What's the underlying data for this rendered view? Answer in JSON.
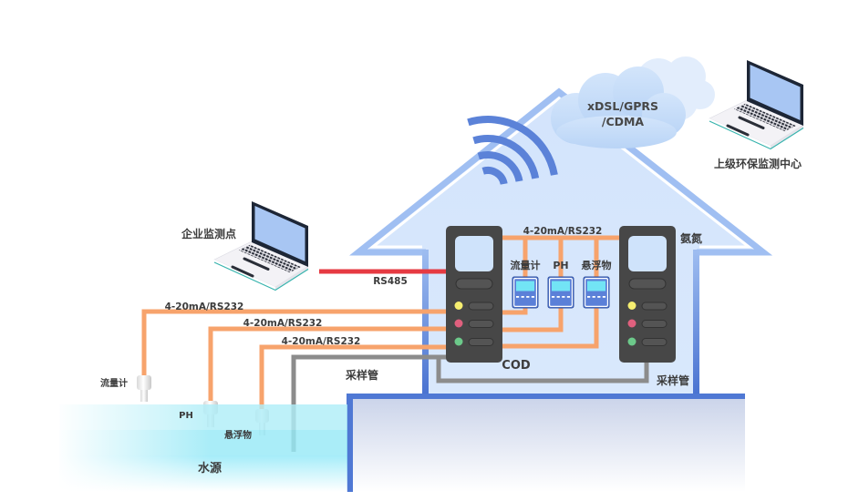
{
  "nodes": {
    "enterprise_point": "企业监测点",
    "upper_center": "上级环保监测中心",
    "network_line1": "xDSL/GPRS",
    "network_line2": "/CDMA"
  },
  "analyzers": {
    "cod": "COD",
    "ammonia_nitrogen": "氨氮"
  },
  "meters": [
    "流量计",
    "PH",
    "悬浮物"
  ],
  "sensors": [
    "流量计",
    "PH",
    "悬浮物"
  ],
  "links": {
    "rs485": "RS485",
    "analyzer_bus": "4-20mA/RS232",
    "sensor_lines": [
      "4-20mA/RS232",
      "4-20mA/RS232",
      "4-20mA/RS232"
    ]
  },
  "sampling_pipe": {
    "left_label": "采样管",
    "right_label": "采样管"
  },
  "water_source": "水源",
  "colors": {
    "signal_line": "#f7a36c",
    "rs485_line": "#e63a42",
    "sampling_pipe": "#8c8c8c",
    "house_outline": "#a0bff2",
    "ground_edge": "#4f78d4",
    "wifi": "#5b82d8",
    "device_body": "#474747",
    "meter_body": "#5b80d8",
    "meter_screen": "#72e4f5"
  }
}
